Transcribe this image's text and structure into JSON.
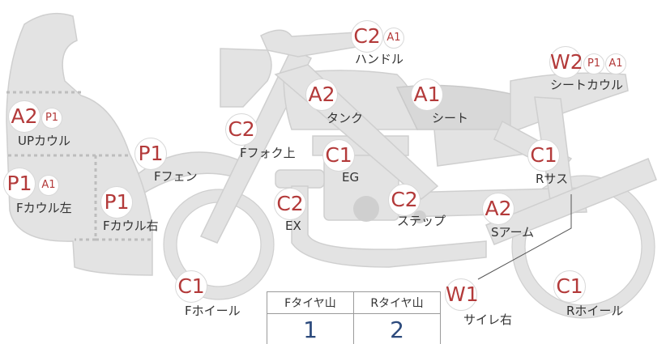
{
  "parts": [
    {
      "id": "handle",
      "label": "ハンドル",
      "grades": [
        "C2",
        "A1"
      ]
    },
    {
      "id": "seat-cowl",
      "label": "シートカウル",
      "grades": [
        "W2",
        "P1",
        "A1"
      ]
    },
    {
      "id": "tank",
      "label": "タンク",
      "grades": [
        "A2"
      ]
    },
    {
      "id": "seat",
      "label": "シート",
      "grades": [
        "A1"
      ]
    },
    {
      "id": "up-cowl",
      "label": "UPカウル",
      "grades": [
        "A2",
        "P1"
      ]
    },
    {
      "id": "f-fork-top",
      "label": "Fフォク上",
      "grades": [
        "C2"
      ]
    },
    {
      "id": "f-fender",
      "label": "Fフェン",
      "grades": [
        "P1"
      ]
    },
    {
      "id": "engine",
      "label": "EG",
      "grades": [
        "C1"
      ]
    },
    {
      "id": "r-suspension",
      "label": "Rサス",
      "grades": [
        "C1"
      ]
    },
    {
      "id": "f-cowl-left",
      "label": "Fカウル左",
      "grades": [
        "P1",
        "A1"
      ]
    },
    {
      "id": "f-cowl-right",
      "label": "Fカウル右",
      "grades": [
        "P1"
      ]
    },
    {
      "id": "exhaust",
      "label": "EX",
      "grades": [
        "C2"
      ]
    },
    {
      "id": "step",
      "label": "ステップ",
      "grades": [
        "C2"
      ]
    },
    {
      "id": "swingarm",
      "label": "Sアーム",
      "grades": [
        "A2"
      ]
    },
    {
      "id": "f-wheel",
      "label": "Fホイール",
      "grades": [
        "C1"
      ]
    },
    {
      "id": "silencer-right",
      "label": "サイレ右",
      "grades": [
        "W1"
      ]
    },
    {
      "id": "r-wheel",
      "label": "Rホイール",
      "grades": [
        "C1"
      ]
    }
  ],
  "tread": {
    "headers": [
      "Fタイヤ山",
      "Rタイヤ山"
    ],
    "values": [
      "1",
      "2"
    ]
  }
}
